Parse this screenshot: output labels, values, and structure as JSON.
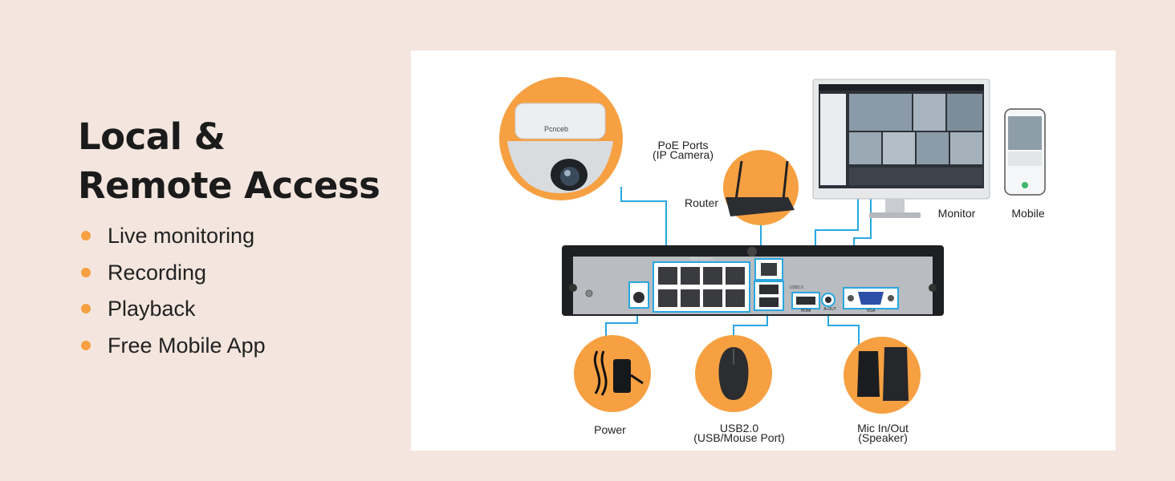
{
  "headline": {
    "line1": "Local &",
    "line2": "Remote Access"
  },
  "features": [
    "Live monitoring",
    "Recording",
    "Playback",
    "Free Mobile App"
  ],
  "diagram": {
    "camera_brand": "Pcnceb",
    "labels": {
      "poe_line1": "PoE Ports",
      "poe_line2": "(IP Camera)",
      "router": "Router",
      "monitor": "Monitor",
      "mobile": "Mobile",
      "power": "Power",
      "usb_line1": "USB2.0",
      "usb_line2": "(USB/Mouse Port)",
      "mic_line1": "Mic In/Out",
      "mic_line2": "(Speaker)"
    },
    "nvr_markings": {
      "poe_ports": "POE PORTS",
      "usb": "USB2.0",
      "hdmi": "HDMI",
      "audio_out": "A-OUT",
      "vga": "VGA"
    }
  },
  "colors": {
    "background": "#f4e6de",
    "accent": "#f6a042",
    "connector": "#2aa7e0",
    "panel": "#ffffff"
  },
  "icons": [
    "dome-camera-icon",
    "router-icon",
    "monitor-icon",
    "mobile-icon",
    "power-adapter-icon",
    "mouse-icon",
    "speaker-icon",
    "nvr-recorder-icon"
  ]
}
